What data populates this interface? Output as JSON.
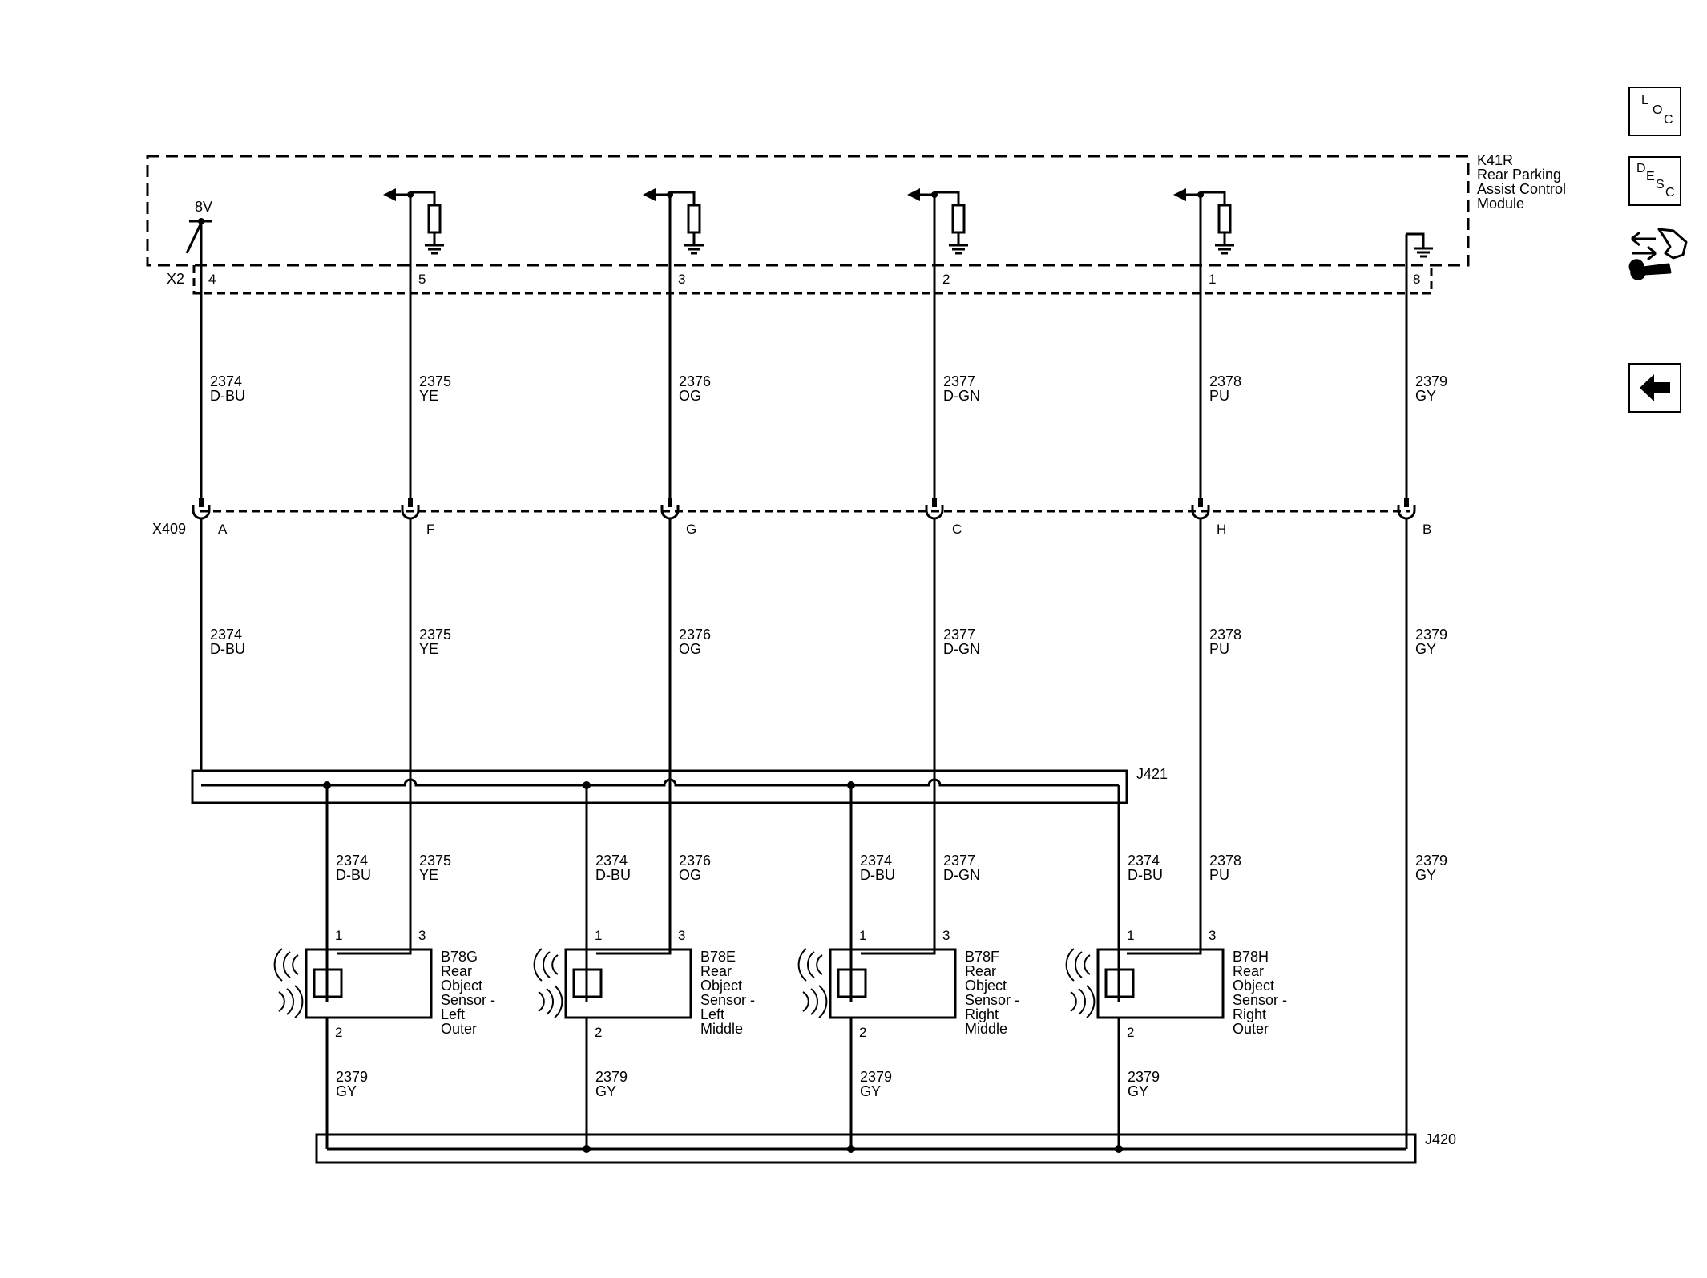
{
  "module": {
    "id": "K41R",
    "name_lines": [
      "Rear Parking",
      "Assist Control",
      "Module"
    ],
    "connector": "X2",
    "voltage": "8V"
  },
  "inline_connector": "X409",
  "splices": {
    "signal": "J421",
    "ground": "J420"
  },
  "circuits": [
    {
      "key": "c2374",
      "module_pin": "4",
      "x409_pin": "A",
      "number": "2374",
      "color": "D-BU"
    },
    {
      "key": "c2375",
      "module_pin": "5",
      "x409_pin": "F",
      "number": "2375",
      "color": "YE"
    },
    {
      "key": "c2376",
      "module_pin": "3",
      "x409_pin": "G",
      "number": "2376",
      "color": "OG"
    },
    {
      "key": "c2377",
      "module_pin": "2",
      "x409_pin": "C",
      "number": "2377",
      "color": "D-GN"
    },
    {
      "key": "c2378",
      "module_pin": "1",
      "x409_pin": "H",
      "number": "2378",
      "color": "PU"
    },
    {
      "key": "c2379",
      "module_pin": "8",
      "x409_pin": "B",
      "number": "2379",
      "color": "GY"
    }
  ],
  "sensors": [
    {
      "id": "B78G",
      "name_lines": [
        "Rear",
        "Object",
        "Sensor -",
        "Left",
        "Outer"
      ],
      "pins": [
        "1",
        "3",
        "2"
      ],
      "supply": {
        "number": "2374",
        "color": "D-BU"
      },
      "signal": {
        "number": "2375",
        "color": "YE"
      },
      "ground": {
        "number": "2379",
        "color": "GY"
      }
    },
    {
      "id": "B78E",
      "name_lines": [
        "Rear",
        "Object",
        "Sensor -",
        "Left",
        "Middle"
      ],
      "pins": [
        "1",
        "3",
        "2"
      ],
      "supply": {
        "number": "2374",
        "color": "D-BU"
      },
      "signal": {
        "number": "2376",
        "color": "OG"
      },
      "ground": {
        "number": "2379",
        "color": "GY"
      }
    },
    {
      "id": "B78F",
      "name_lines": [
        "Rear",
        "Object",
        "Sensor -",
        "Right",
        "Middle"
      ],
      "pins": [
        "1",
        "3",
        "2"
      ],
      "supply": {
        "number": "2374",
        "color": "D-BU"
      },
      "signal": {
        "number": "2377",
        "color": "D-GN"
      },
      "ground": {
        "number": "2379",
        "color": "GY"
      }
    },
    {
      "id": "B78H",
      "name_lines": [
        "Rear",
        "Object",
        "Sensor -",
        "Right",
        "Outer"
      ],
      "pins": [
        "1",
        "3",
        "2"
      ],
      "supply": {
        "number": "2374",
        "color": "D-BU"
      },
      "signal": {
        "number": "2378",
        "color": "PU"
      },
      "ground": {
        "number": "2379",
        "color": "GY"
      }
    }
  ],
  "ground_direct": {
    "number": "2379",
    "color": "GY"
  },
  "sidebar": {
    "loc": [
      "L",
      "O",
      "C"
    ],
    "desc": [
      "D",
      "E",
      "S",
      "C"
    ],
    "connector_icon": "connector-tool-icon",
    "back_icon": "back-arrow-icon"
  }
}
